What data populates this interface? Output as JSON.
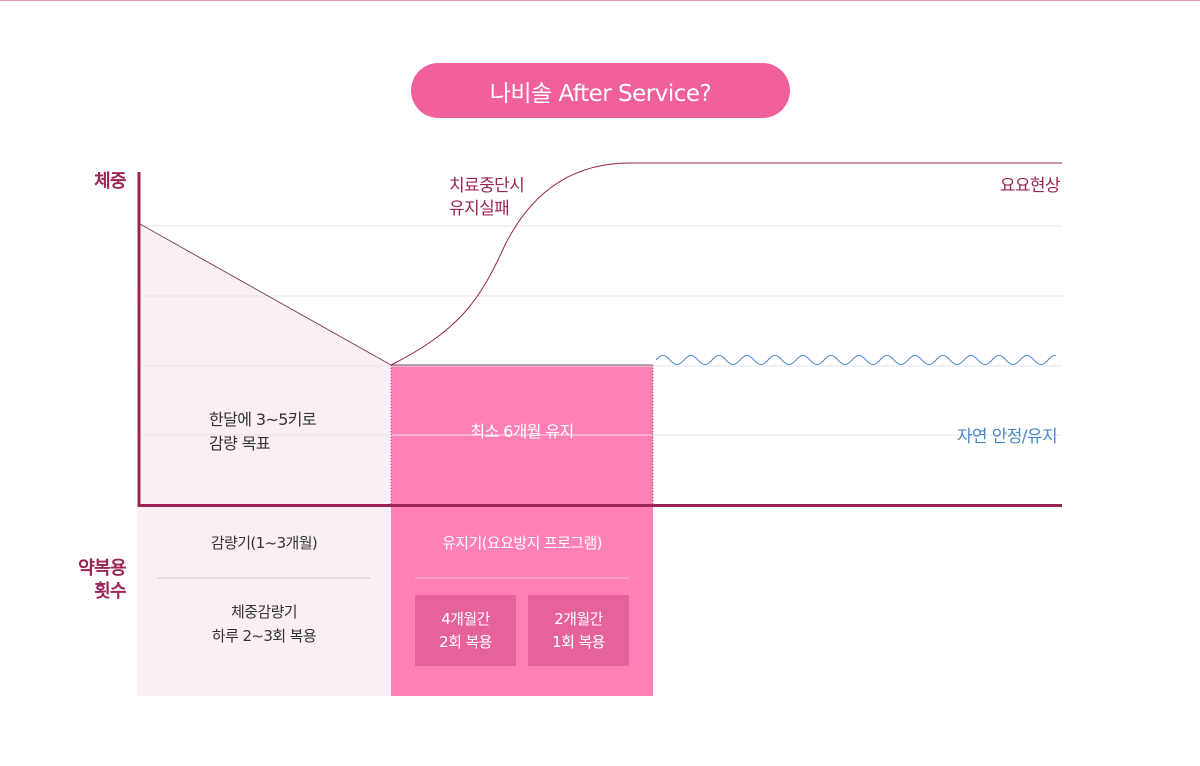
{
  "title": "나비솔 After Service?",
  "axes": {
    "y_label": "체중",
    "bottom_label_line1": "약복용",
    "bottom_label_line2": "횟수"
  },
  "annotations": {
    "fail_line1": "치료중단시",
    "fail_line2": "유지실패",
    "rebound": "요요현상",
    "stable": "자연 안정/유지"
  },
  "phases": {
    "loss": {
      "goal_line1": "한달에 3~5키로",
      "goal_line2": "감량 목표",
      "period": "감량기(1~3개월)",
      "dose_line1": "체중감량기",
      "dose_line2": "하루 2~3회 복용"
    },
    "maintain": {
      "goal": "최소 6개월 유지",
      "period": "유지기(요요방지 프로그램)",
      "box1_line1": "4개월간",
      "box1_line2": "2회 복용",
      "box2_line1": "2개월간",
      "box2_line2": "1회 복용"
    }
  },
  "colors": {
    "accent": "#f0609a",
    "maintain_fill": "#ff80b5",
    "loss_fill": "#fbeff6",
    "axis": "#9b2456",
    "wave": "#4a89c9"
  }
}
